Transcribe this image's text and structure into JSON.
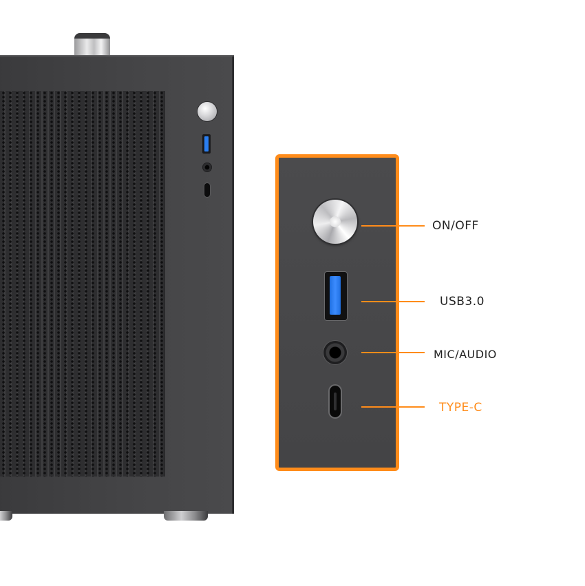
{
  "colors": {
    "accent": "#ff8c1a",
    "case_body": "#444446",
    "usb_blue": "#2a7ef0",
    "label_text": "#222222"
  },
  "callouts": {
    "power": {
      "label": "ON/OFF",
      "icon": "power-button"
    },
    "usb": {
      "label": "USB3.0",
      "icon": "usb-port"
    },
    "audio": {
      "label": "MIC/AUDIO",
      "icon": "audio-jack"
    },
    "typec": {
      "label": "TYPE-C",
      "icon": "type-c-port",
      "highlighted": true
    }
  }
}
